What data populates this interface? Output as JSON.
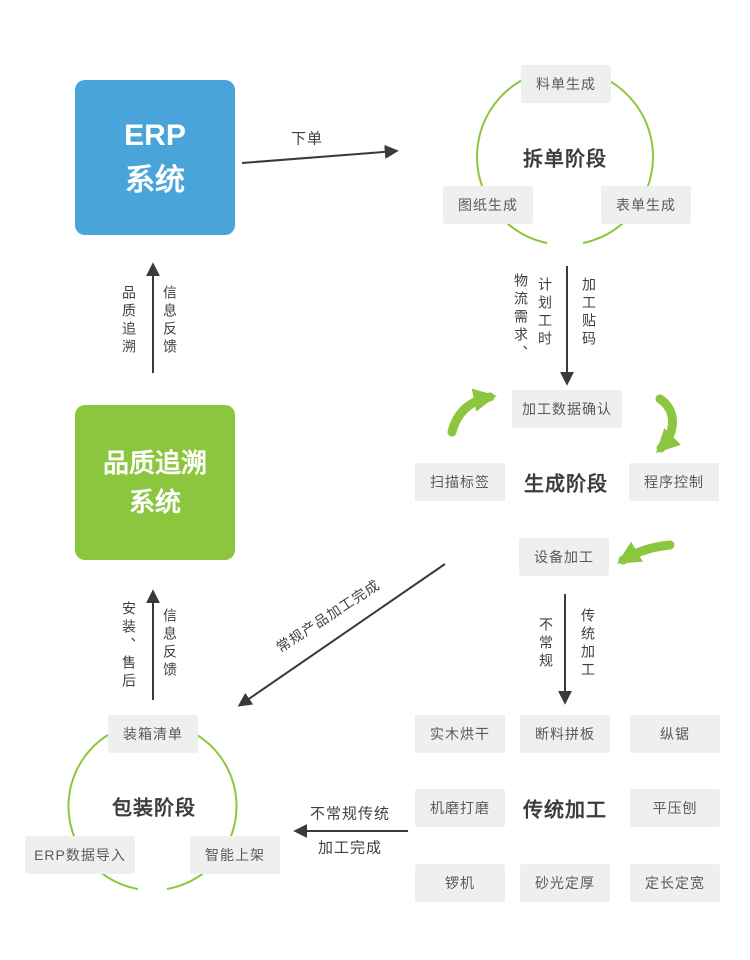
{
  "colors": {
    "blue": "#49a4da",
    "green": "#8cc63e",
    "box_bg": "#efefef",
    "box_text": "#5a5a5a",
    "line": "#3a3a3a",
    "title_text": "#3d3d3d",
    "label_text": "#3f3f3f"
  },
  "erp_system": {
    "line1": "ERP",
    "line2": "系统"
  },
  "quality_system": {
    "line1": "品质追溯",
    "line2": "系统"
  },
  "split_stage": {
    "title": "拆单阶段",
    "material_list": "料单生成",
    "drawing_gen": "图纸生成",
    "form_gen": "表单生成"
  },
  "generate_stage": {
    "title": "生成阶段",
    "data_confirm": "加工数据确认",
    "scan_label": "扫描标签",
    "program_control": "程序控制",
    "equipment": "设备加工"
  },
  "packing_stage": {
    "title": "包装阶段",
    "packing_list": "装箱清单",
    "erp_import": "ERP数据导入",
    "smart_shelving": "智能上架"
  },
  "traditional_stage": {
    "title": "传统加工",
    "wood_drying": "实木烘干",
    "cut_join": "断料拼板",
    "rip_saw": "纵锯",
    "grinding": "机磨打磨",
    "planer": "平压刨",
    "router": "锣机",
    "sanding": "砂光定厚",
    "sizing": "定长定宽"
  },
  "flow_labels": {
    "place_order": "下单",
    "logistics_demand": "物流需求、",
    "planned_hours": "计划工时",
    "process_tagging": "加工贴码",
    "quality_trace": "品质追溯",
    "info_feedback_top": "信息反馈",
    "install_aftersales": "安装、售后",
    "info_feedback_bottom": "信息反馈",
    "regular_complete": "常规产品加工完成",
    "irregular": "不常规",
    "traditional_process": "传统加工",
    "irregular_complete_1": "不常规传统",
    "irregular_complete_2": "加工完成"
  }
}
